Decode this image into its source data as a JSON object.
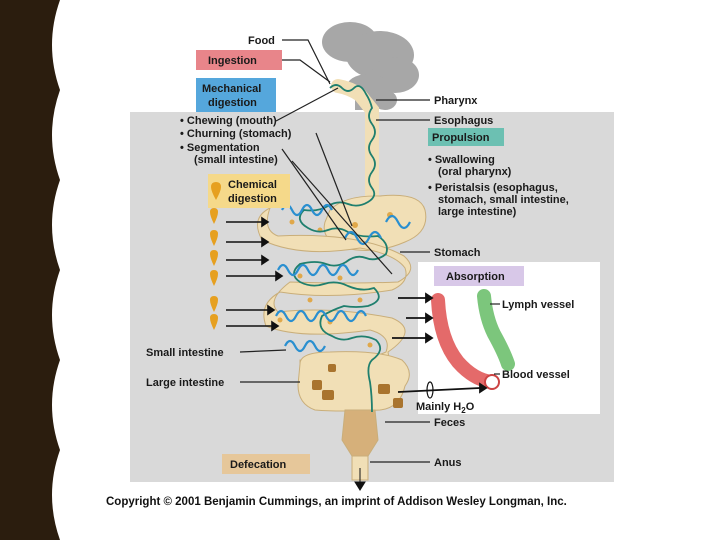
{
  "colors": {
    "left_border": "#2b1d0e",
    "wave": "#ffffff",
    "panel_gray": "#d9d9d9",
    "tract_fill": "#f1dfb6",
    "tract_stroke": "#c9ae7a",
    "nerve_line": "#1f7f6e",
    "blue_wave": "#2a8fd0",
    "ingestion_box": "#e8858a",
    "mechanical_box": "#55a7dc",
    "propulsion_box": "#6cc0b2",
    "chemical_box": "#f5d98a",
    "absorption_box": "#d8c8e8",
    "defecation_box": "#e6c79a",
    "blood_vessel": "#e46a6a",
    "lymph_vessel": "#7cc67c",
    "feces": "#d6b07a",
    "food_cloud": "#a7a7a7",
    "drop_color": "#e6a020"
  },
  "labels": {
    "food": "Food",
    "ingestion": "Ingestion",
    "mechanical_line1": "Mechanical",
    "mechanical_line2": "digestion",
    "chewing": "• Chewing (mouth)",
    "churning": "• Churning (stomach)",
    "segmentation_line1": "• Segmentation",
    "segmentation_line2": "(small intestine)",
    "chemical_line1": "Chemical",
    "chemical_line2": "digestion",
    "pharynx": "Pharynx",
    "esophagus": "Esophagus",
    "propulsion": "Propulsion",
    "swallowing_line1": "• Swallowing",
    "swallowing_line2": "(oral pharynx)",
    "peristalsis_line1": "• Peristalsis (esophagus,",
    "peristalsis_line2": "stomach, small intestine,",
    "peristalsis_line3": "large intestine)",
    "stomach": "Stomach",
    "absorption": "Absorption",
    "lymph_vessel": "Lymph vessel",
    "small_intestine": "Small intestine",
    "large_intestine": "Large intestine",
    "blood_vessel": "Blood vessel",
    "mainly": "Mainly H",
    "h2o_sub": "2",
    "h2o_o": "O",
    "feces": "Feces",
    "defecation": "Defecation",
    "anus": "Anus",
    "copyright": "Copyright © 2001 Benjamin Cummings, an imprint of Addison Wesley Longman, Inc."
  }
}
